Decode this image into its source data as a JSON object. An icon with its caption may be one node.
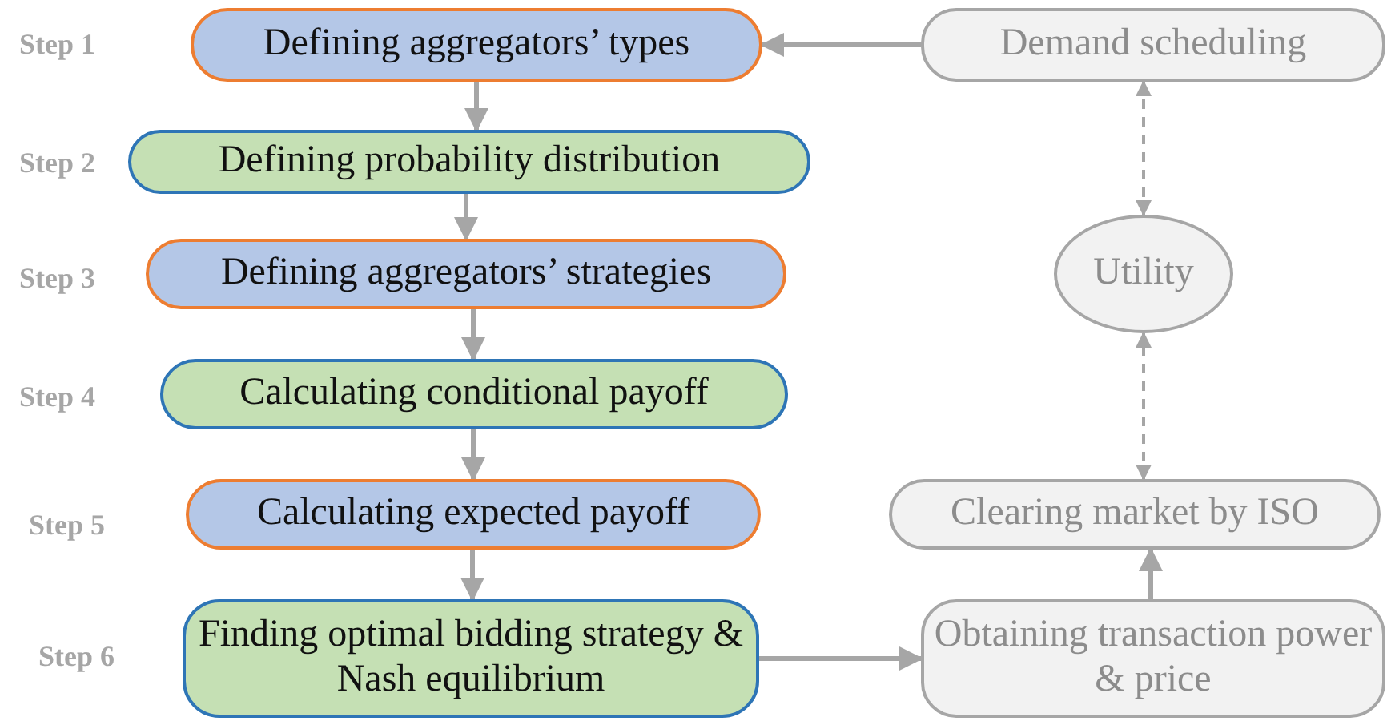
{
  "diagram": {
    "nodes": [
      {
        "text": [
          "Defining aggregators’ types"
        ],
        "beside": [
          "Step 1"
        ]
      },
      {
        "text": [
          "Defining probability distribution"
        ],
        "beside": [
          "Step 2"
        ]
      },
      {
        "text": [
          "Defining aggregators’ strategies"
        ],
        "beside": [
          "Step 3"
        ]
      },
      {
        "text": [
          "Calculating conditional payoff"
        ],
        "beside": [
          "Step 4"
        ]
      },
      {
        "text": [
          "Calculating expected payoff"
        ],
        "beside": [
          "Step 5"
        ]
      },
      {
        "text": [
          "Finding optimal bidding strategy & Nash equilibrium"
        ],
        "beside": [
          "Step 6"
        ]
      },
      {
        "text": [
          "Demand scheduling"
        ]
      },
      {
        "text": [
          "Utility"
        ]
      },
      {
        "text": [
          "Clearing market by ISO"
        ]
      },
      {
        "text": [
          "Obtaining transaction power & price"
        ]
      }
    ],
    "edges": [
      {
        "from": 0,
        "to": 1,
        "arrow": "to"
      },
      {
        "from": 1,
        "to": 2,
        "arrow": "to"
      },
      {
        "from": 2,
        "to": 3,
        "arrow": "to"
      },
      {
        "from": 3,
        "to": 4,
        "arrow": "to"
      },
      {
        "from": 4,
        "to": 5,
        "arrow": "to"
      },
      {
        "from": 5,
        "to": 9,
        "arrow": "to"
      },
      {
        "from": 9,
        "to": 8,
        "arrow": "to"
      },
      {
        "from": 8,
        "to": 7,
        "arrow": "both",
        "style": "dashed"
      },
      {
        "from": 7,
        "to": 6,
        "arrow": "both",
        "style": "dashed"
      },
      {
        "from": 6,
        "to": 0,
        "arrow": "to"
      }
    ]
  }
}
